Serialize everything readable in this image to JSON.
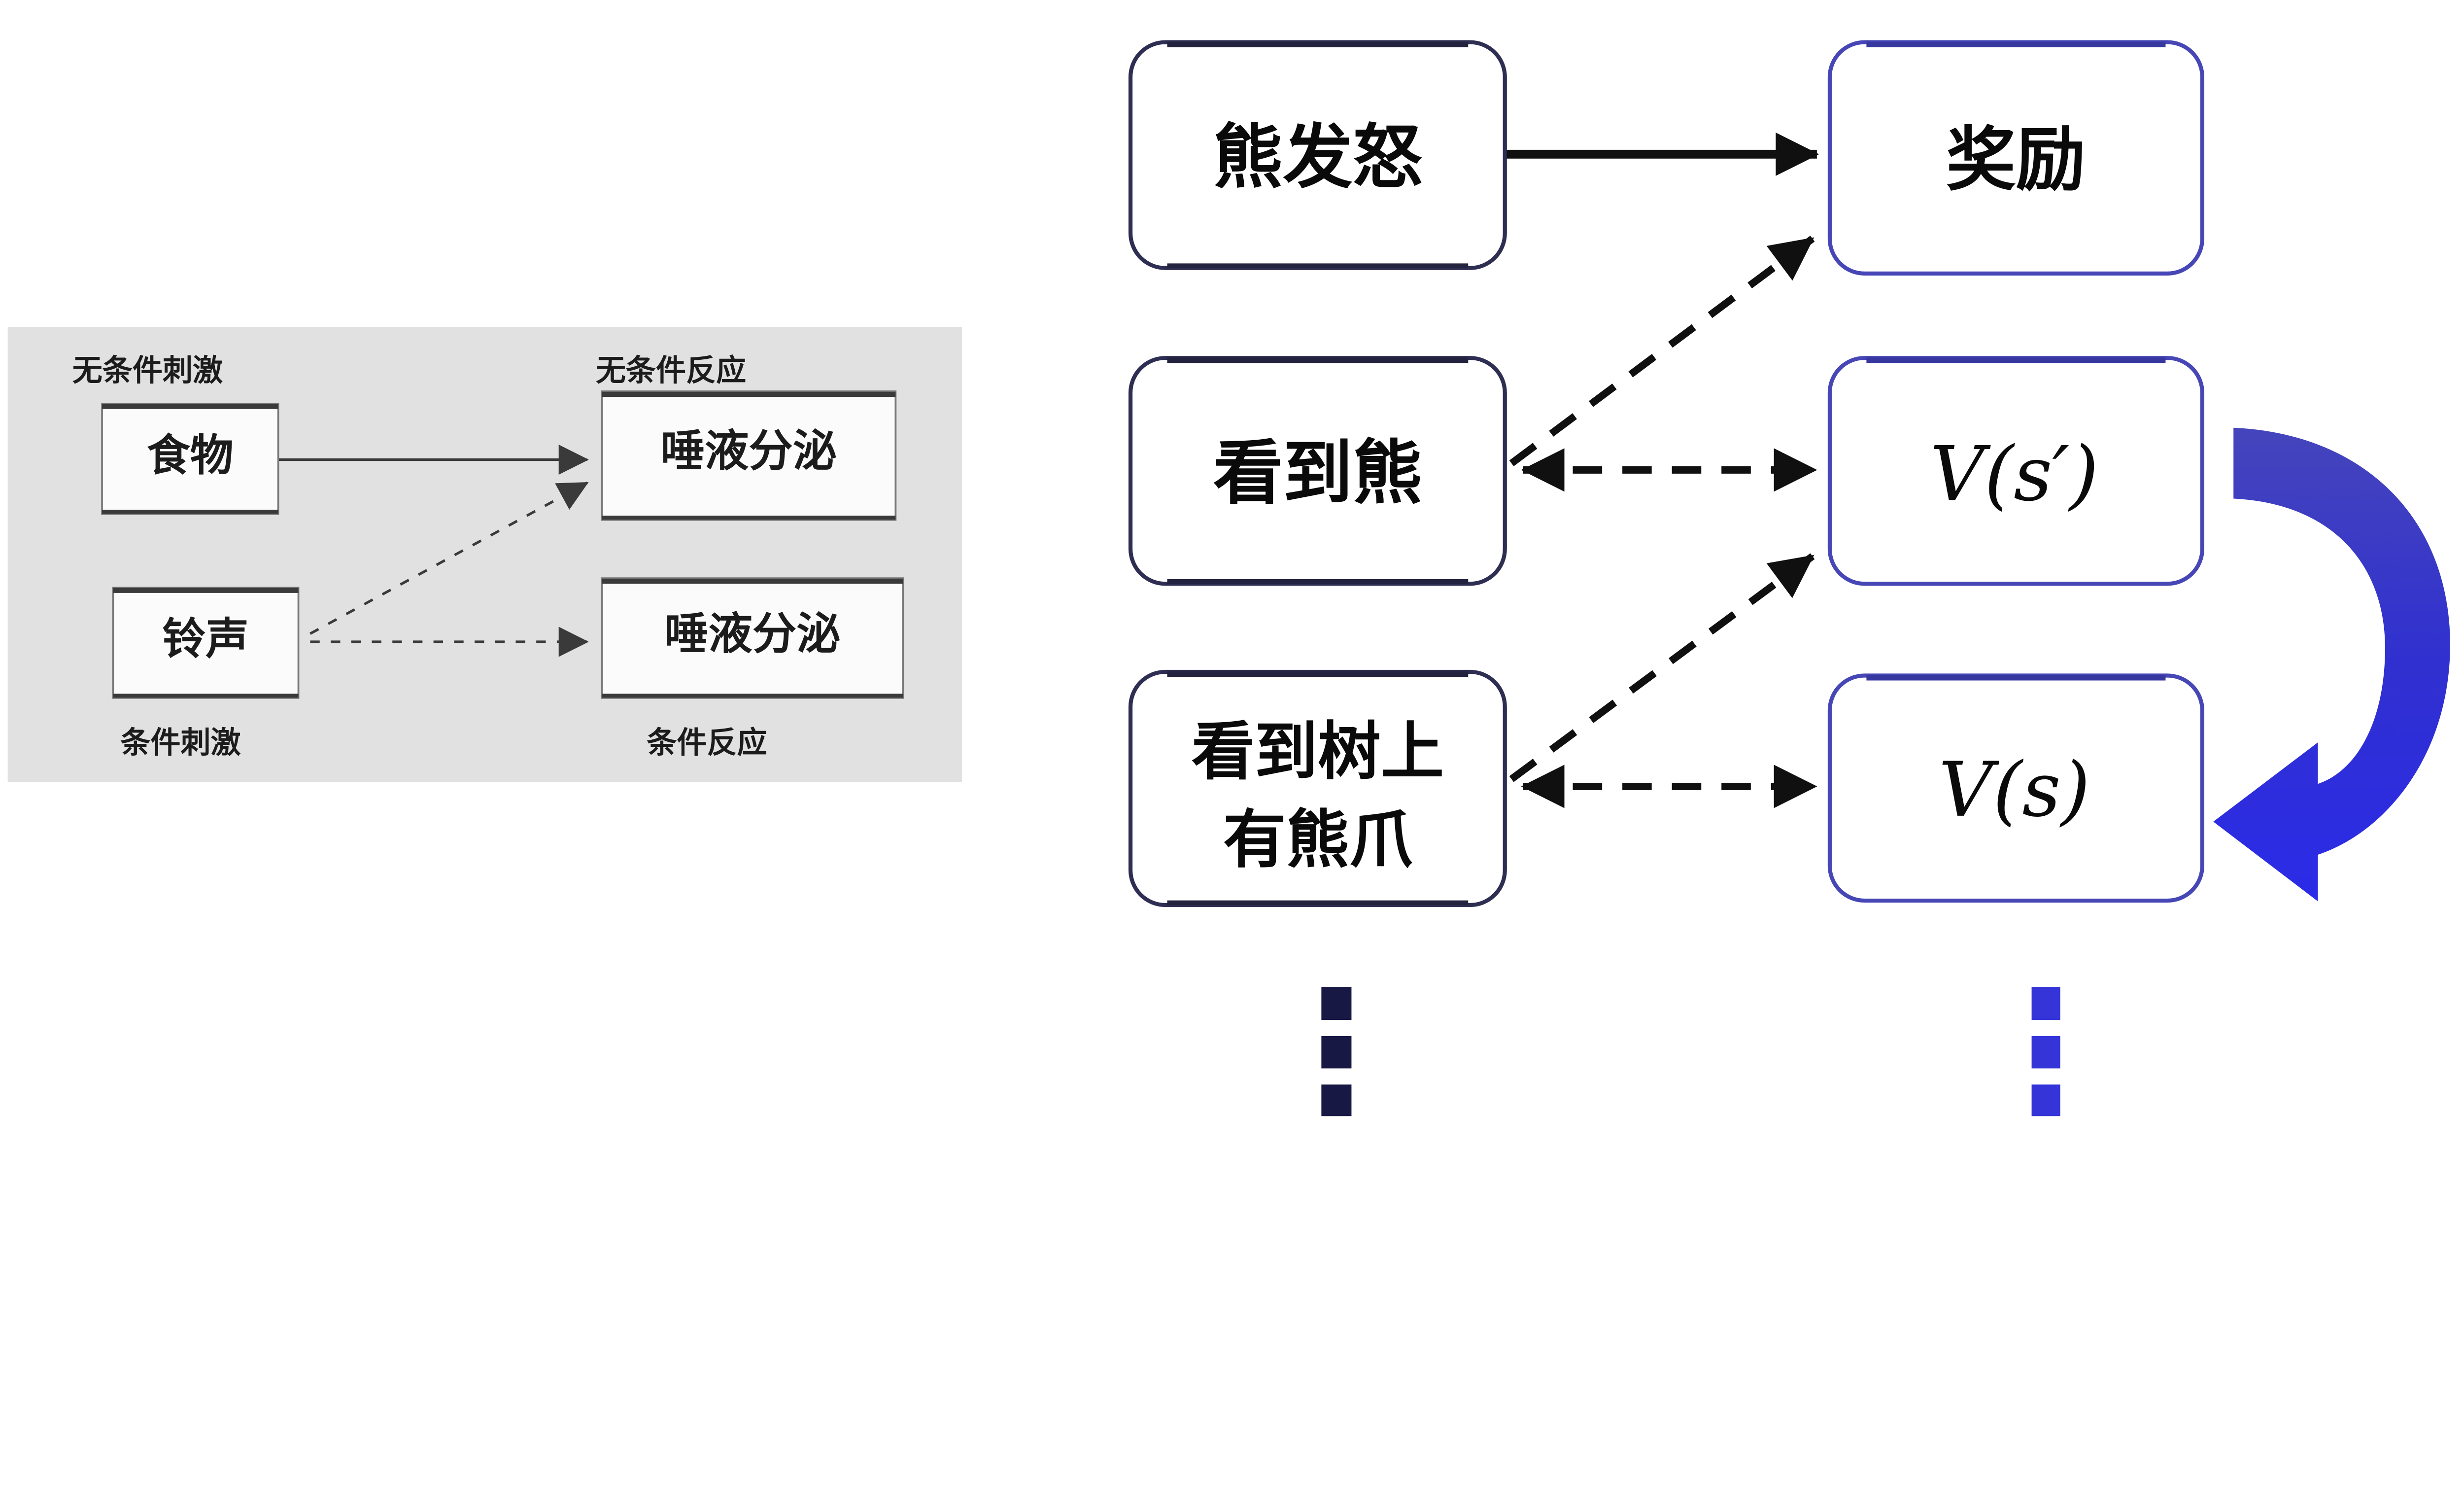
{
  "colors": {
    "page_bg": "#ffffff",
    "panel_bg": "#e1e1e1",
    "panel_box_fill": "#fbfbfb",
    "panel_box_border": "#7a7a7a",
    "panel_box_edge": "#3a3a3a",
    "panel_text": "#1c1c1c",
    "arrow_black": "#101010",
    "left_box_border": "#2e2e52",
    "left_box_edge": "#23233f",
    "right_box_border": "#4646b6",
    "right_box_edge": "#3737a0",
    "box_fill": "#ffffff",
    "cjk_text": "#0a0a0a",
    "left_dots": "#181845",
    "right_dots": "#3434d8",
    "swoosh_top": "#4545bb",
    "swoosh_mid": "#3030d0",
    "swoosh_bottom": "#2b2be8"
  },
  "left_panel": {
    "top_left_label": "无条件刺激",
    "top_right_label": "无条件反应",
    "food_box": "食物",
    "saliva_top_box": "唾液分泌",
    "bell_box": "铃声",
    "saliva_bottom_box": "唾液分泌",
    "bottom_left_label": "条件刺激",
    "bottom_right_label": "条件反应"
  },
  "right_diagram": {
    "row1_left": "熊发怒",
    "row1_right": "奖励",
    "row2_left": "看到熊",
    "row2_right": "V(s′)",
    "row3_left_line1": "看到树上",
    "row3_left_line2": "有熊爪",
    "row3_right": "V(s)"
  }
}
